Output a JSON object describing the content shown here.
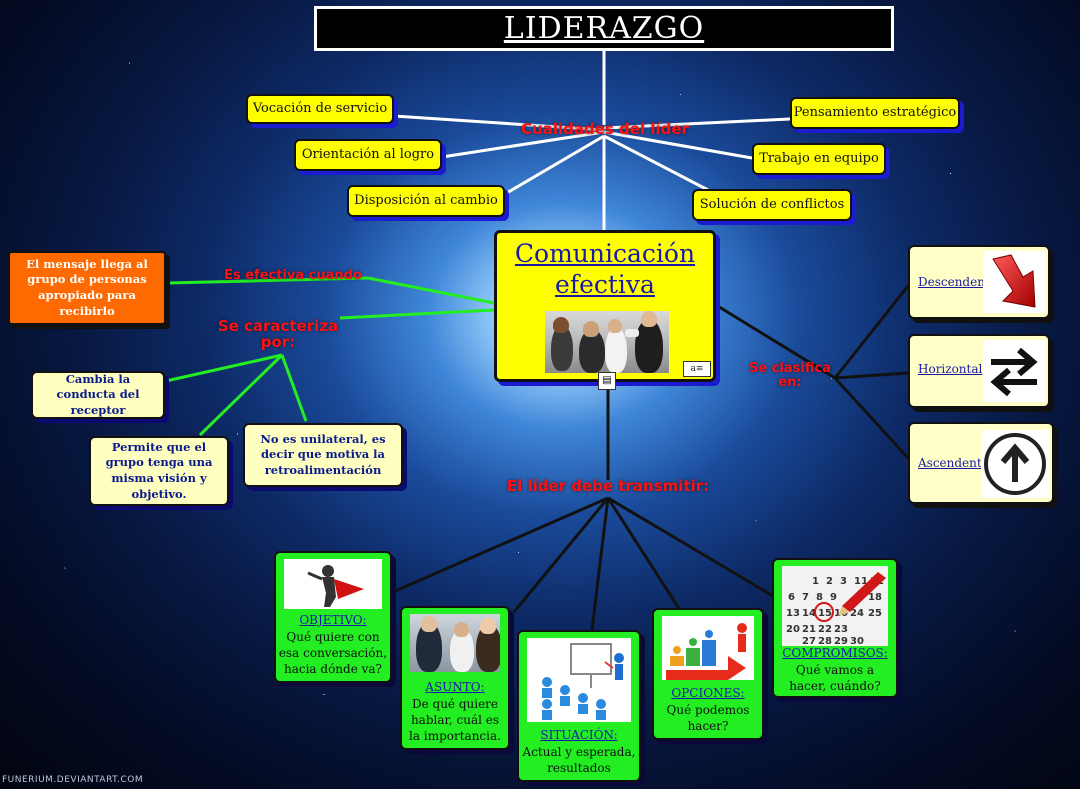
{
  "title": "LIDERAZGO",
  "center": {
    "title_line1": "Comunicación",
    "title_line2": "efectiva",
    "image_icon": "meeting-photo",
    "attach_icon": "note-icon"
  },
  "qualities": {
    "label": "Cualidades del líder",
    "items": [
      "Vocación de servicio",
      "Orientación al logro",
      "Disposición al cambio",
      "Pensamiento estratégico",
      "Trabajo en equipo",
      "Solución de conflictos"
    ]
  },
  "effective": {
    "label": "Es efectiva cuando",
    "item": "El mensaje llega al grupo de personas apropiado para recibirlo"
  },
  "characterized": {
    "label": "Se caracteriza por:",
    "items": [
      "Cambia la conducta del receptor",
      "Permite que el grupo tenga una misma visión y objetivo.",
      "No es unilateral, es decir que motiva la retroalimentación"
    ]
  },
  "classified": {
    "label": "Se clasifica en:",
    "items": [
      {
        "name": "Descendente",
        "icon": "arrow-down-red-icon"
      },
      {
        "name": "Horizontal",
        "icon": "arrows-left-right-icon"
      },
      {
        "name": "Ascendente",
        "icon": "arrow-up-circle-icon"
      }
    ]
  },
  "transmit": {
    "label": "El líder debe transmitir:",
    "items": [
      {
        "heading": "OBJETIVO:",
        "text": "Qué quiere con esa conversación, hacia dónde va?",
        "icon": "target-figure-icon"
      },
      {
        "heading": "ASUNTO:",
        "text": "De qué quiere hablar, cuál es la importancia.",
        "icon": "meeting-people-icon"
      },
      {
        "heading": "SITUACIÓN:",
        "text": "Actual y esperada, resultados",
        "icon": "presentation-icon"
      },
      {
        "heading": "OPCIONES:",
        "text": "Qué podemos hacer?",
        "icon": "stairs-figures-icon"
      },
      {
        "heading": "COMPROMISOS:",
        "text": "Qué vamos a hacer, cuándo?",
        "icon": "calendar-icon"
      }
    ]
  },
  "watermark": "FUNERIUM.DEVIANTART.COM",
  "colors": {
    "box_yellow": "#ffff00",
    "label_red": "#ff1010",
    "box_green": "#22ee22",
    "accent_orange": "#ff6a00"
  }
}
